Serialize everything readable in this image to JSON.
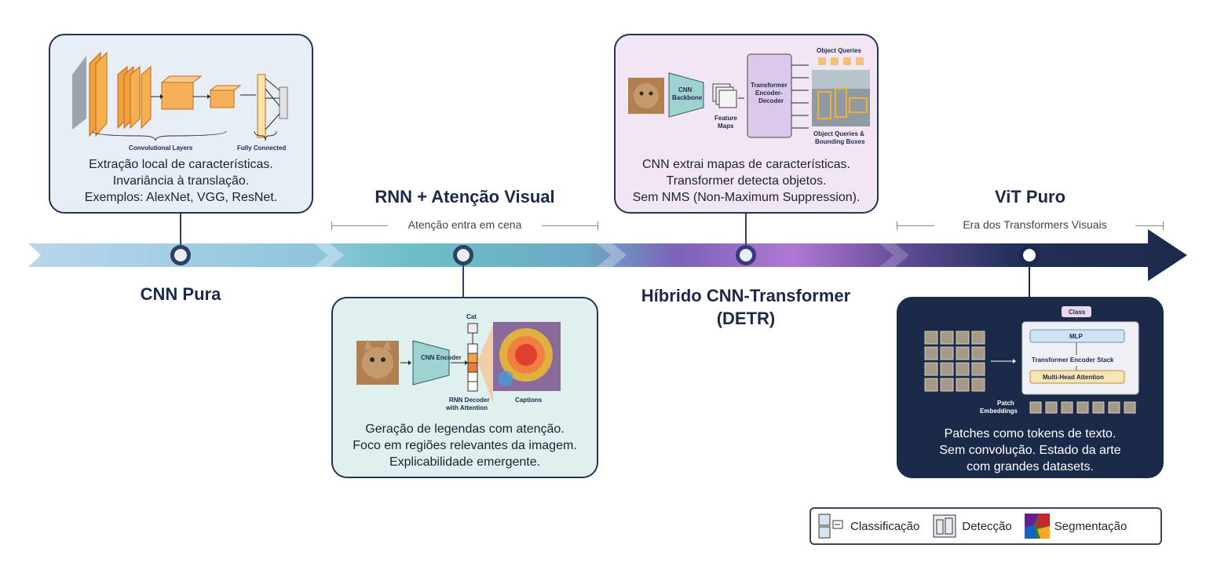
{
  "eras": [
    {
      "title": "CNN Pura",
      "lines": [
        "Extração local de características.",
        "Invariância à translação.",
        "Exemplos: AlexNet, VGG, ResNet."
      ],
      "fig_labels": {
        "conv": "Convolutional Layers",
        "fc": "Fully Connected"
      }
    },
    {
      "title": "RNN + Atenção Visual",
      "subtitle": "Atenção entra em cena",
      "lines": [
        "Geração de legendas com atenção.",
        "Foco em regiões relevantes da imagem.",
        "Explicabilidade emergente."
      ],
      "fig_labels": {
        "encoder": "CNN Encoder",
        "cat": "Cat",
        "decoder": "RNN Decoder with Attention",
        "captions": "Captions"
      }
    },
    {
      "title": "Híbrido CNN-Transformer (DETR)",
      "title_lines": [
        "Híbrido CNN-Transformer",
        "(DETR)"
      ],
      "lines": [
        "CNN extrai mapas de características.",
        "Transformer detecta objetos.",
        "Sem NMS (Non-Maximum Suppression)."
      ],
      "fig_labels": {
        "backbone": "CNN Backbone",
        "feature_maps": "Feature Maps",
        "transformer": "Transformer Encoder-Decoder",
        "queries": "Object Queries",
        "boxes": "Object Queries & Bounding Boxes"
      }
    },
    {
      "title": "ViT Puro",
      "subtitle": "Era dos Transformers Visuais",
      "lines": [
        "Patches como tokens de texto.",
        "Sem convolução. Estado da arte",
        "com grandes datasets."
      ],
      "fig_labels": {
        "class": "Class",
        "mlp": "MLP",
        "stack": "Transformer Encoder Stack",
        "mha": "Multi-Head Attention",
        "patch": "Patch Embeddings"
      }
    }
  ],
  "legend": [
    {
      "label": "Classificação",
      "icon": "classification-icon"
    },
    {
      "label": "Detecção",
      "icon": "detection-icon"
    },
    {
      "label": "Segmentação",
      "icon": "segmentation-icon"
    }
  ],
  "colors": {
    "dark": "#1c2a4a",
    "cnn_card": "#e8eef6",
    "rnn_card": "#dff0ef",
    "detr_card": "#f3e6f4",
    "vit_card": "#1c2a4a"
  }
}
